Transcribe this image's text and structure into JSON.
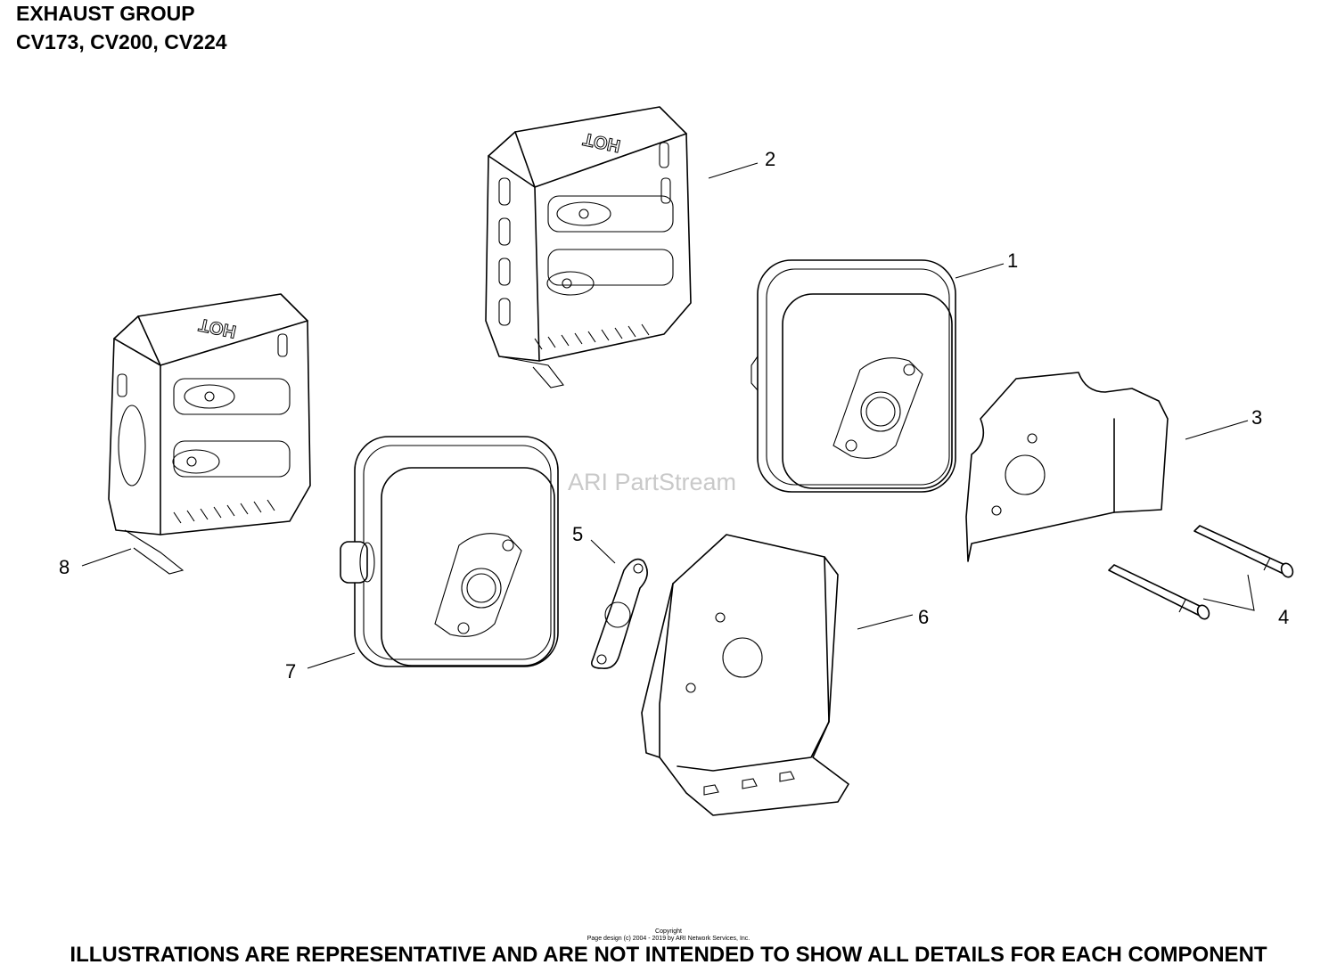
{
  "header": {
    "title": "EXHAUST GROUP",
    "models": "CV173, CV200, CV224"
  },
  "watermark": "ARI PartStream",
  "callouts": [
    "1",
    "2",
    "3",
    "4",
    "5",
    "6",
    "7",
    "8"
  ],
  "parts": {
    "p1": "muffler",
    "p2": "heat shield",
    "p3": "exhaust deflector",
    "p4": "mounting screw",
    "p5": "exhaust gasket",
    "p6": "exhaust deflector",
    "p7": "muffler",
    "p8": "heat shield"
  },
  "footer": {
    "copyright_label": "Copyright",
    "copyright_text": "Page design (c) 2004 - 2019 by ARI Network Services, Inc.",
    "disclaimer": "ILLUSTRATIONS ARE REPRESENTATIVE AND ARE NOT INTENDED TO SHOW ALL DETAILS FOR EACH COMPONENT"
  }
}
